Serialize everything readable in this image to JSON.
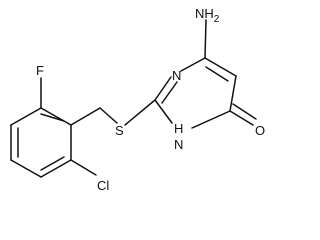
{
  "molecule": {
    "atoms": {
      "nh2": "NH2",
      "n_top": "N",
      "s": "S",
      "nh": "H",
      "n_ring_low": "N",
      "o": "O",
      "f": "F",
      "cl": "Cl"
    }
  }
}
